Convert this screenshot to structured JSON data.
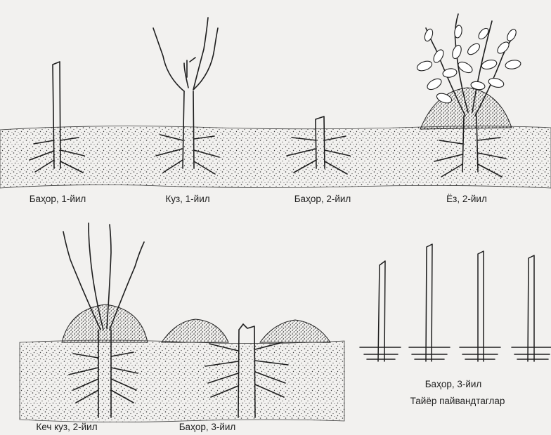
{
  "captions": {
    "c1": "Баҳор, 1-йил",
    "c2": "Куз, 1-йил",
    "c3": "Баҳор, 2-йил",
    "c4": "Ёз, 2-йил",
    "c5": "Кеч куз, 2-йил",
    "c6": "Баҳор, 3-йил",
    "c7": "Баҳор, 3-йил",
    "c8": "Тайёр пайвандтаглар"
  },
  "colors": {
    "background": "#f2f1ef",
    "ink": "#1e1e1e",
    "soil": "#3a3a3a",
    "leaf": "#ffffff"
  }
}
